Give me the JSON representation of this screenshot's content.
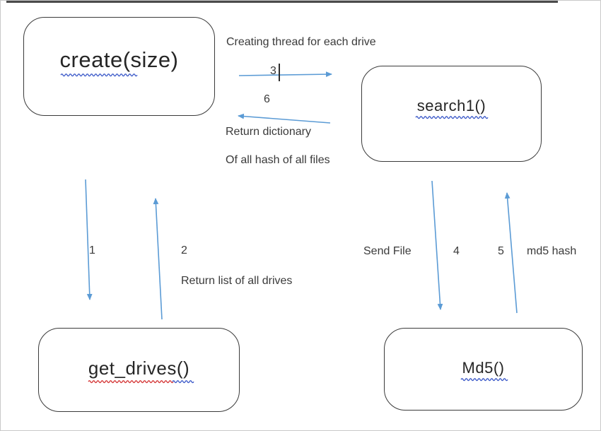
{
  "diagram": {
    "type": "function-call-flow",
    "nodes": [
      {
        "id": "create",
        "label": "create(size)"
      },
      {
        "id": "search1",
        "label": "search1()"
      },
      {
        "id": "get_drives",
        "label": "get_drives()"
      },
      {
        "id": "md5",
        "label": "Md5()"
      }
    ],
    "flows": {
      "create_to_search1": {
        "step": "3",
        "caption": "Creating thread for each drive"
      },
      "search1_to_create": {
        "step": "6",
        "caption_line1": "Return dictionary",
        "caption_line2": "Of all hash of all files"
      },
      "create_to_get_drives": {
        "step": "1"
      },
      "get_drives_to_create": {
        "step": "2",
        "caption": "Return list of all drives"
      },
      "search1_to_md5": {
        "step": "4",
        "caption": "Send File"
      },
      "md5_to_search1": {
        "step": "5",
        "caption": "md5 hash"
      }
    },
    "colors": {
      "arrow": "#5B9BD5",
      "box_border": "#3a3a3a",
      "node_text": "#262626",
      "text": "#3a3a3a",
      "spell_blue": "#3a58c8",
      "spell_red": "#d43535",
      "frame_border": "#c9c9c9",
      "top_bar": "#4a4a4a",
      "caret": "#2d2d2d"
    }
  }
}
